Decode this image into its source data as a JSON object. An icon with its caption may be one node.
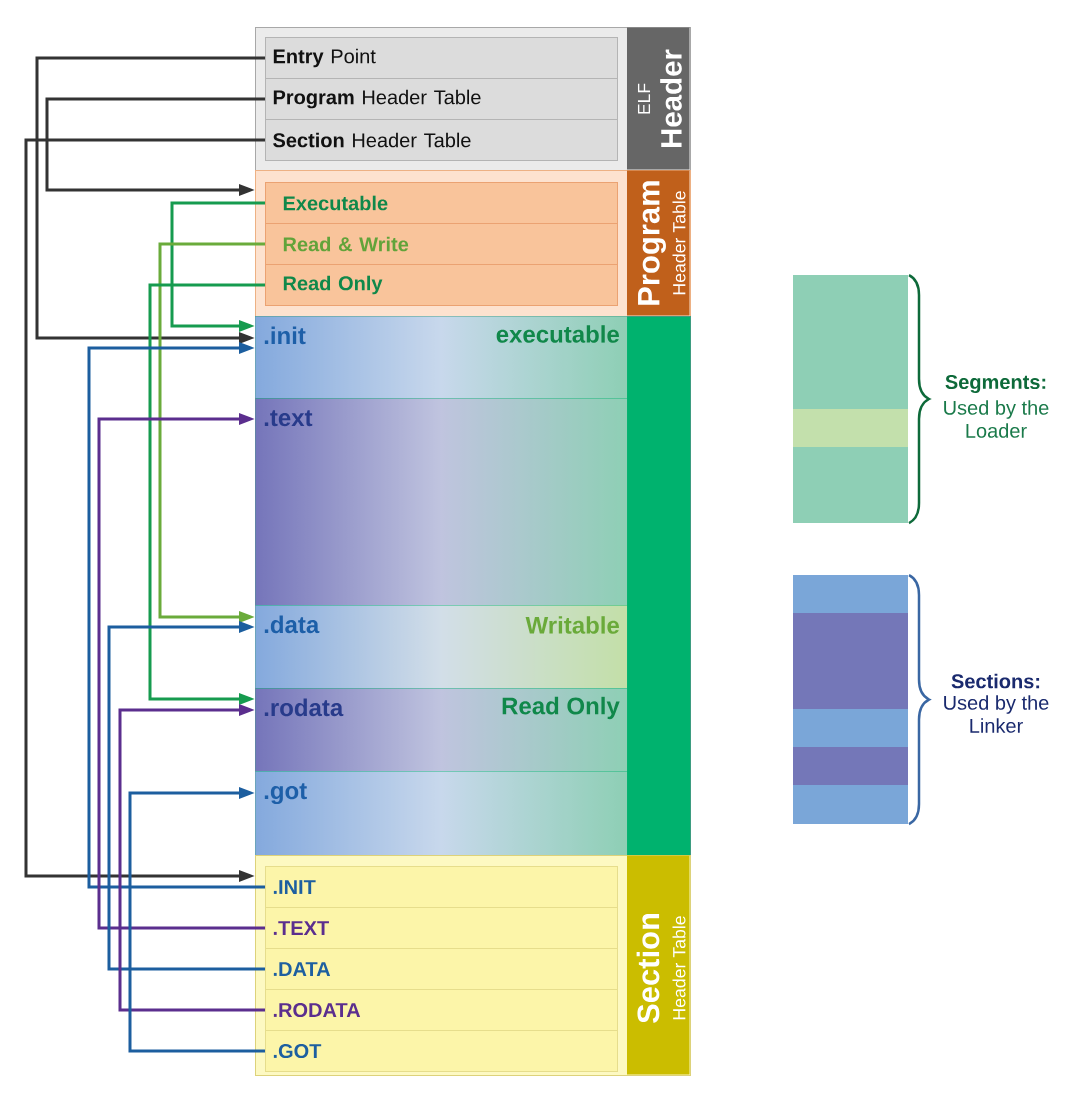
{
  "diagram": {
    "nodes": [
      {
        "text": [
          "ELF",
          "Header"
        ]
      },
      {
        "text": [
          "**Entry** Point"
        ],
        "in": 0
      },
      {
        "text": [
          "**Program** Header Table"
        ],
        "in": 0
      },
      {
        "text": [
          "**Section** Header Table"
        ],
        "in": 0
      },
      {
        "text": [
          "Program",
          "Header Table"
        ]
      },
      {
        "text": [
          "Executable"
        ],
        "in": 4
      },
      {
        "text": [
          "Read & Write"
        ],
        "in": 4
      },
      {
        "text": [
          "Read Only"
        ],
        "in": 4
      },
      {
        "text": [],
        "shape": "box"
      },
      {
        "text": [
          ".init"
        ],
        "in": 8
      },
      {
        "text": [
          ".text"
        ],
        "in": 8
      },
      {
        "text": [
          ".data"
        ],
        "in": 8
      },
      {
        "text": [
          ".rodata"
        ],
        "in": 8
      },
      {
        "text": [
          ".got"
        ],
        "in": 8
      },
      {
        "text": [
          "Section",
          "Header Table"
        ]
      },
      {
        "text": [
          ".INIT"
        ],
        "in": 14
      },
      {
        "text": [
          ".TEXT"
        ],
        "in": 14
      },
      {
        "text": [
          ".DATA"
        ],
        "in": 14
      },
      {
        "text": [
          ".RODATA"
        ],
        "in": 14
      },
      {
        "text": [
          ".GOT"
        ],
        "in": 14
      }
    ],
    "edges": [
      {
        "from": 1,
        "to": 9,
        "arrow": "to",
        "color": "#333333"
      },
      {
        "from": 2,
        "to": 4,
        "arrow": "to",
        "color": "#333333"
      },
      {
        "from": 3,
        "to": 14,
        "arrow": "to",
        "color": "#333333"
      },
      {
        "from": 5,
        "to": 9,
        "arrow": "to",
        "color": "#169b4f"
      },
      {
        "from": 6,
        "to": 11,
        "arrow": "to",
        "color": "#6aab3b"
      },
      {
        "from": 7,
        "to": 12,
        "arrow": "to",
        "color": "#169b4f"
      },
      {
        "from": 15,
        "to": 9,
        "arrow": "to",
        "color": "#1c5e9f"
      },
      {
        "from": 16,
        "to": 10,
        "arrow": "to",
        "color": "#5b2e8e"
      },
      {
        "from": 17,
        "to": 11,
        "arrow": "to",
        "color": "#1c5e9f"
      },
      {
        "from": 18,
        "to": 12,
        "arrow": "to",
        "color": "#5b2e8e"
      },
      {
        "from": 19,
        "to": 13,
        "arrow": "to",
        "color": "#1c5e9f"
      }
    ],
    "labels": [
      "executable",
      "Writable",
      "Read Only",
      "Segments:",
      "Used by the Loader",
      "Sections:",
      "Used by the Linker"
    ]
  }
}
